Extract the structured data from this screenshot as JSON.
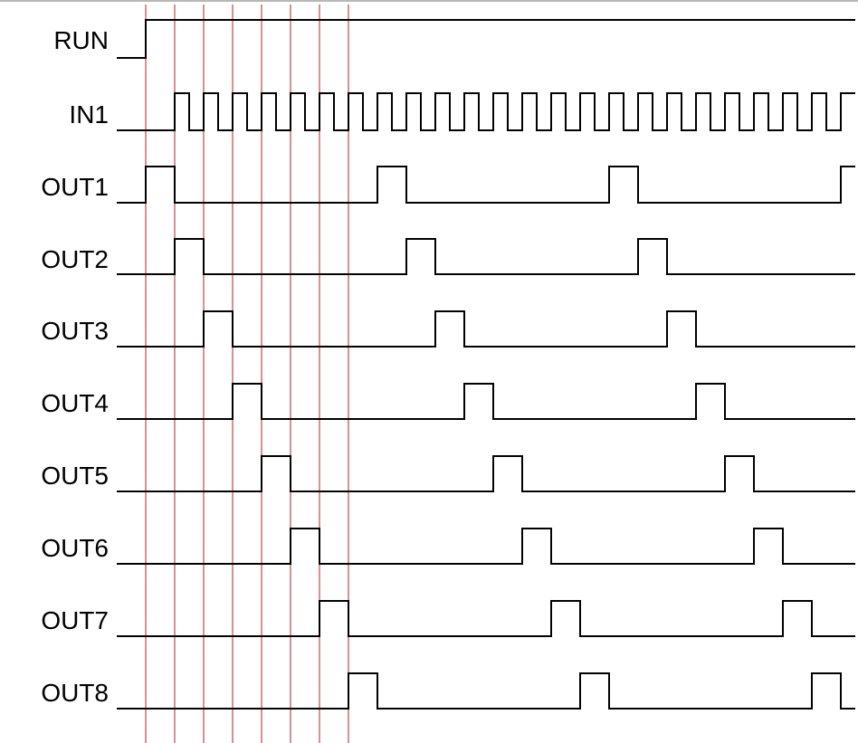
{
  "diagram": {
    "colors": {
      "waveform": "#000000",
      "marker": "#b22222",
      "background": "#ffffff"
    },
    "clock_period_units": 1,
    "timeline_units": 24.6,
    "signals": [
      {
        "name": "RUN",
        "kind": "step",
        "rise_at": 0
      },
      {
        "name": "IN1",
        "kind": "clock",
        "first_rise": 1,
        "high_units": 0.5,
        "period_units": 1
      },
      {
        "name": "OUT1",
        "kind": "pulses",
        "period_units": 8,
        "first_pulse_start": 0,
        "pulse_width_units": 1
      },
      {
        "name": "OUT2",
        "kind": "pulses",
        "period_units": 8,
        "first_pulse_start": 1,
        "pulse_width_units": 1
      },
      {
        "name": "OUT3",
        "kind": "pulses",
        "period_units": 8,
        "first_pulse_start": 2,
        "pulse_width_units": 1
      },
      {
        "name": "OUT4",
        "kind": "pulses",
        "period_units": 8,
        "first_pulse_start": 3,
        "pulse_width_units": 1
      },
      {
        "name": "OUT5",
        "kind": "pulses",
        "period_units": 8,
        "first_pulse_start": 4,
        "pulse_width_units": 1
      },
      {
        "name": "OUT6",
        "kind": "pulses",
        "period_units": 8,
        "first_pulse_start": 5,
        "pulse_width_units": 1
      },
      {
        "name": "OUT7",
        "kind": "pulses",
        "period_units": 8,
        "first_pulse_start": 6,
        "pulse_width_units": 1
      },
      {
        "name": "OUT8",
        "kind": "pulses",
        "period_units": 8,
        "first_pulse_start": 7,
        "pulse_width_units": 1
      }
    ],
    "marker_times": [
      0,
      1,
      2,
      3,
      4,
      5,
      6,
      7
    ]
  }
}
